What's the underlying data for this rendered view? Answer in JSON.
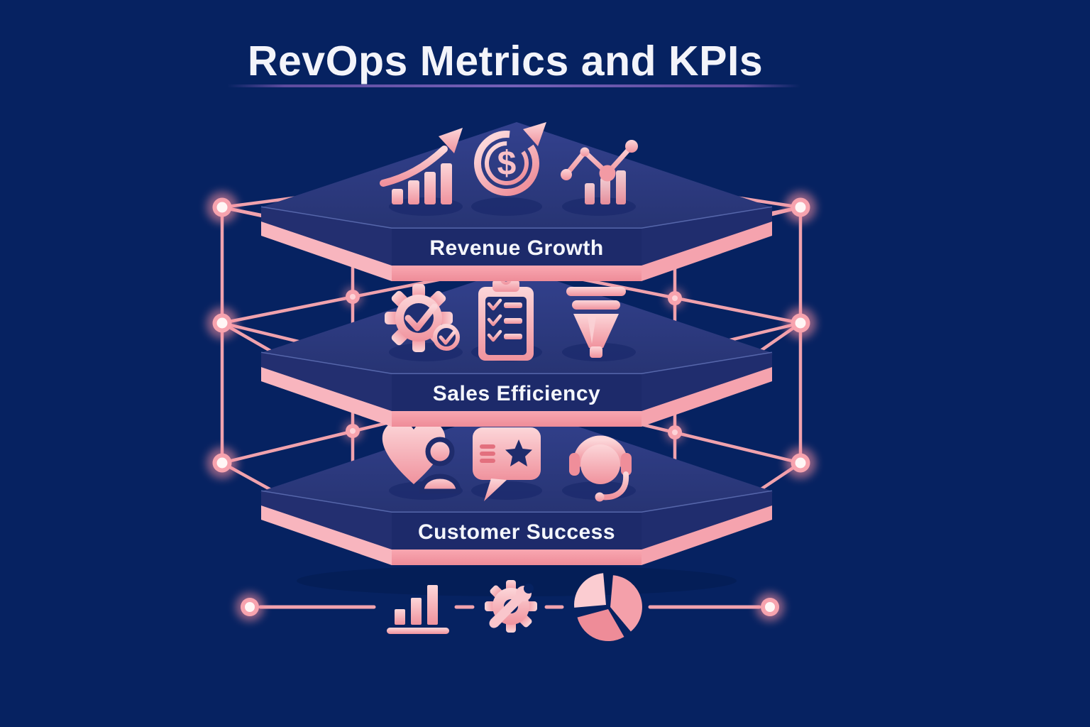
{
  "title": "RevOps Metrics and KPIs",
  "layers": [
    {
      "label": "Revenue Growth",
      "dollar_symbol": "$",
      "icons": [
        "growth-bar-chart-icon",
        "dollar-cycle-icon",
        "trend-dots-chart-icon"
      ]
    },
    {
      "label": "Sales Efficiency",
      "icons": [
        "gear-checkmark-icon",
        "checklist-clipboard-icon",
        "sales-funnel-icon"
      ]
    },
    {
      "label": "Customer Success",
      "icons": [
        "heart-customer-icon",
        "star-review-bubble-icon",
        "support-headset-icon"
      ]
    }
  ],
  "footer": {
    "icons": [
      "bar-chart-icon",
      "gear-wrench-icon",
      "pie-chart-icon"
    ]
  },
  "colors": {
    "background": "#062261",
    "platform_top": "#2e3c85",
    "platform_front": "#1d2a6a",
    "edge_pink": "#f49aa6",
    "line_pink": "#f0a2ad",
    "node_core": "#fff6f5",
    "title_underline": "#5d4b9e",
    "label_text": "#f4f6fc"
  }
}
